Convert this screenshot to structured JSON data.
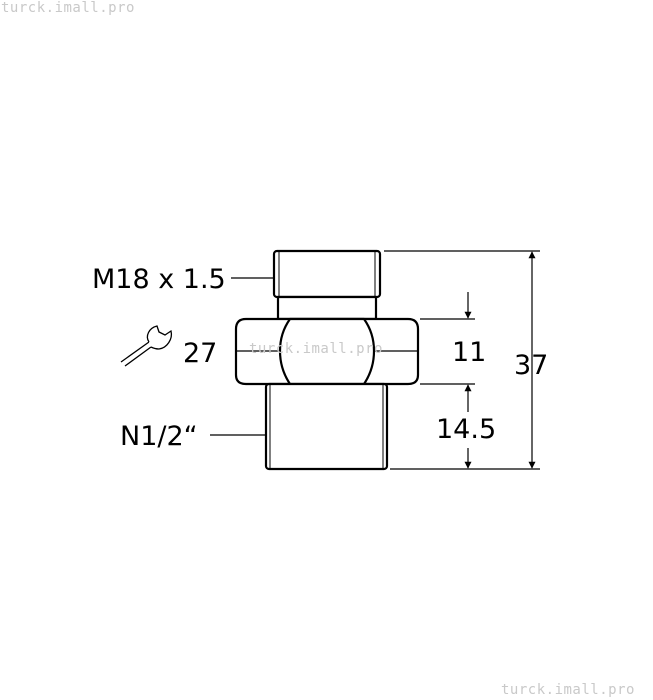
{
  "watermarks": {
    "top": "turck.imall.pro",
    "center": "turck.imall.pro",
    "bottom": "turck.imall.pro"
  },
  "labels": {
    "top_thread": "M18 x 1.5",
    "wrench_size": "27",
    "bottom_thread": "N1/2“",
    "hex_height": "11",
    "bottom_height": "14.5",
    "total_height": "37"
  },
  "icons": {
    "wrench": "wrench-icon"
  }
}
